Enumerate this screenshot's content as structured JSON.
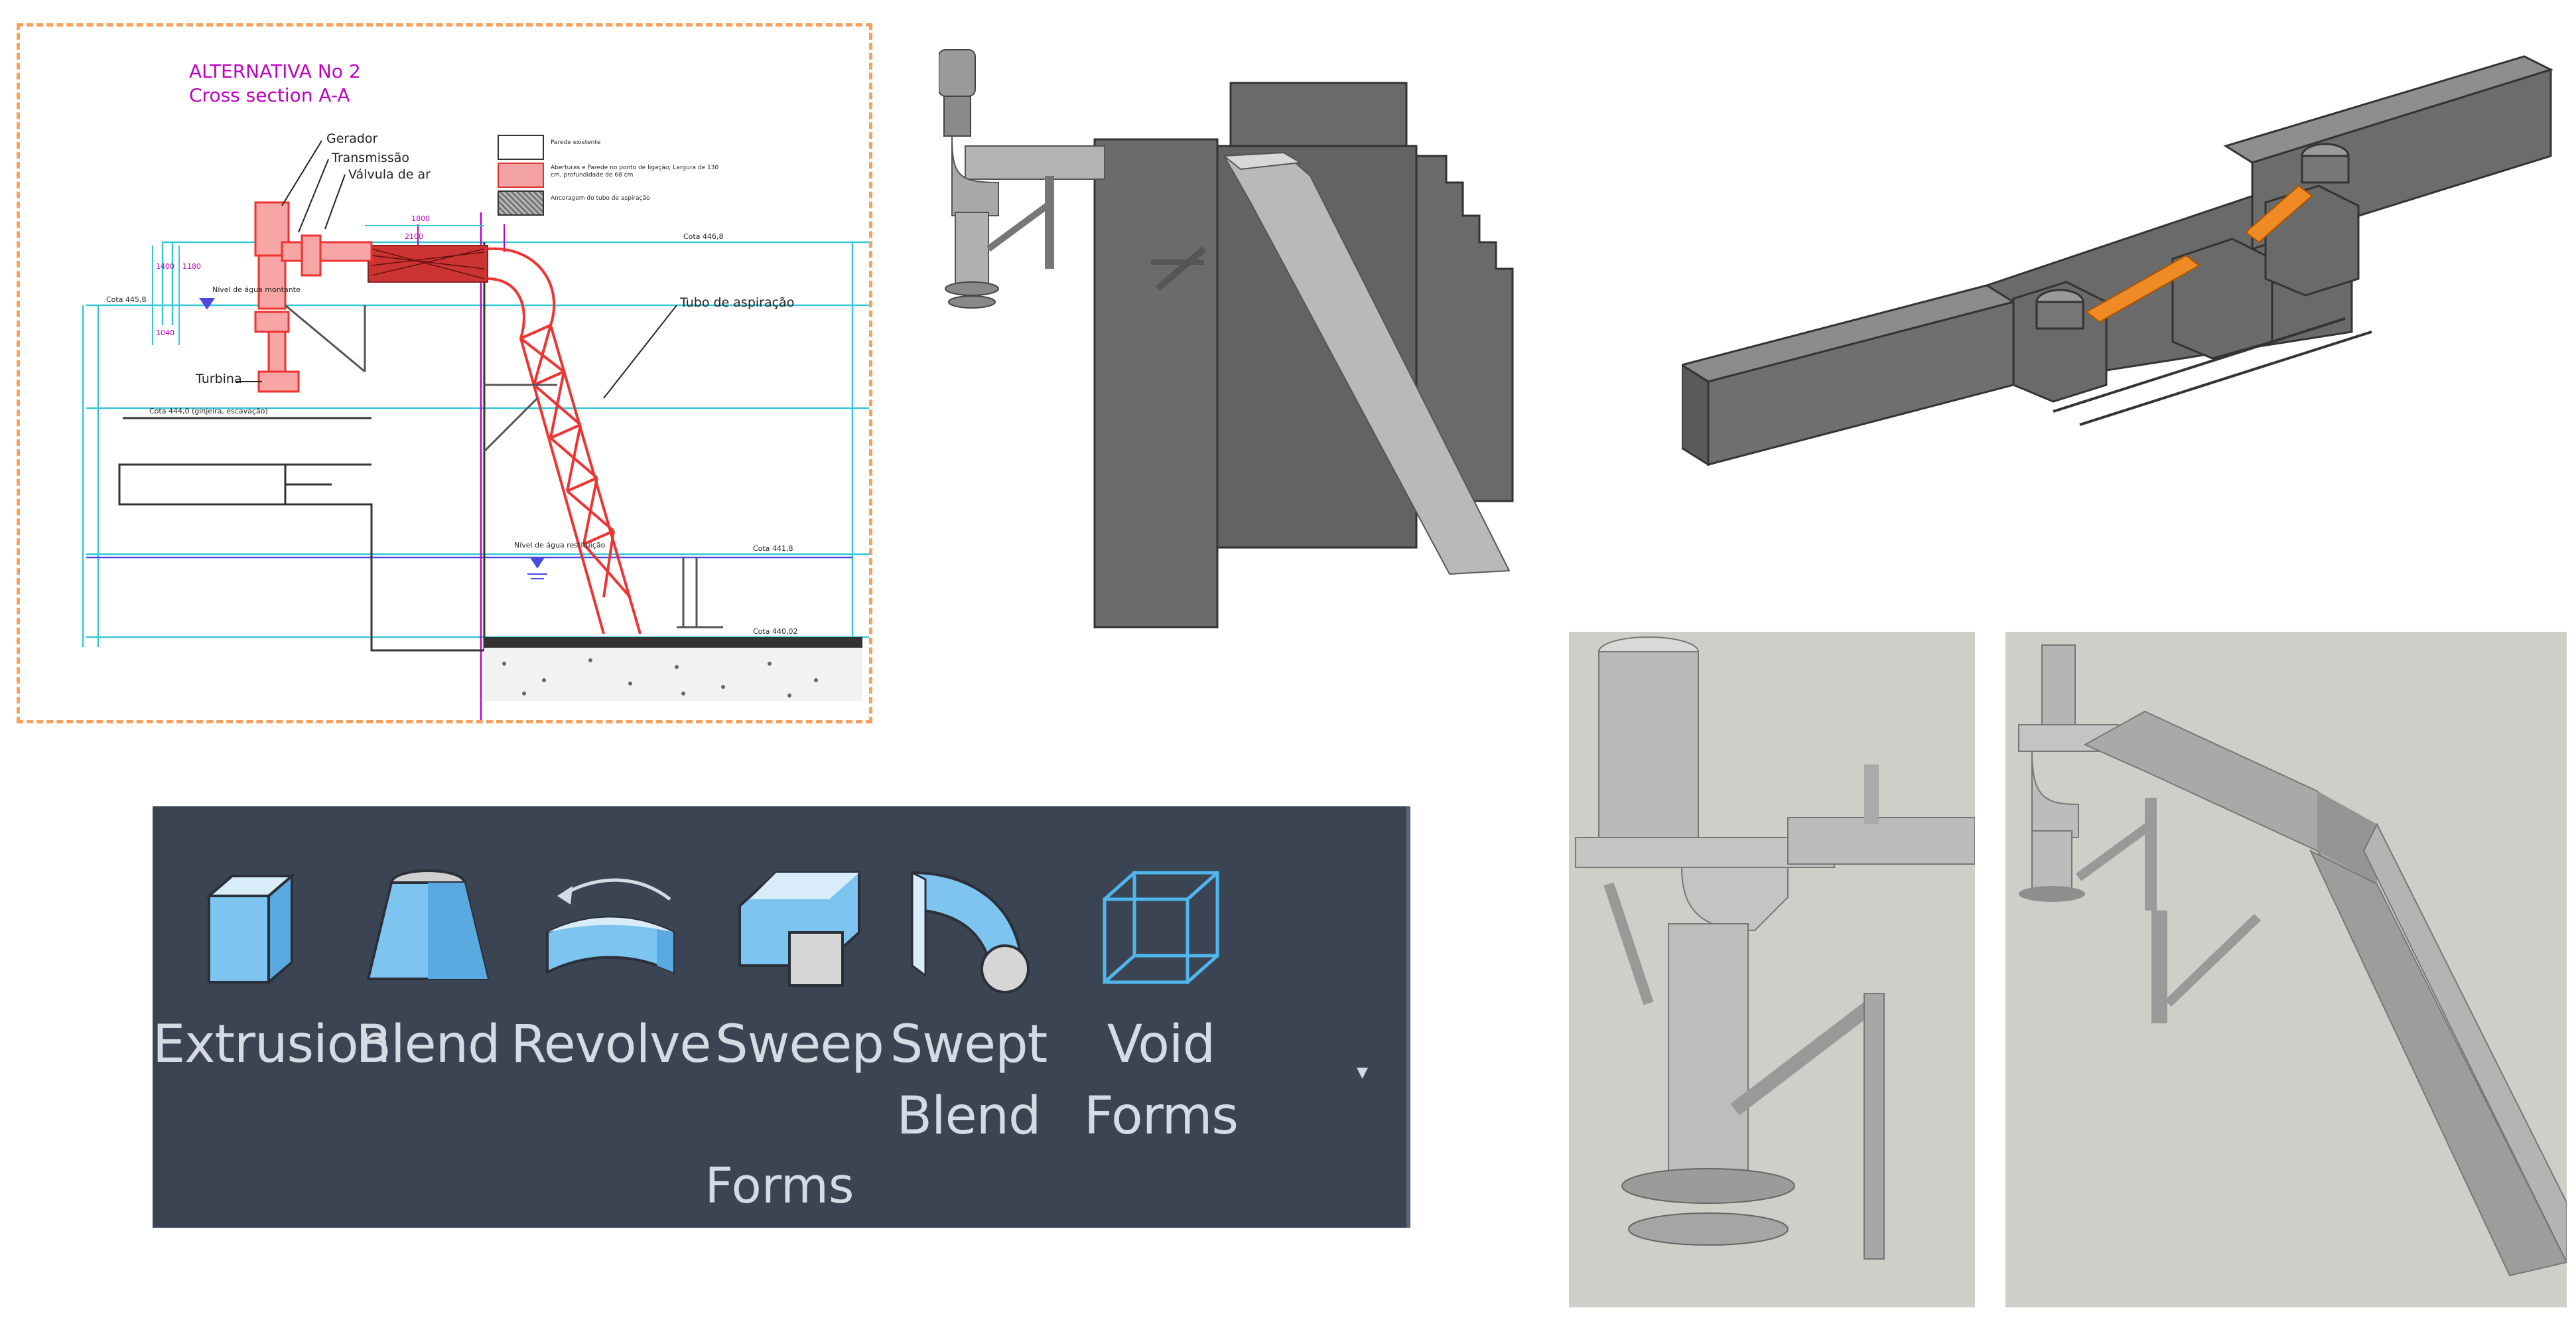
{
  "cad_drawing": {
    "title_line1": "ALTERNATIVA No 2",
    "title_line2": "Cross section A-A",
    "callouts": {
      "gerador": "Gerador",
      "transmissao": "Transmissão",
      "valvula": "Válvula de ar",
      "tubo": "Tubo de aspiração",
      "turbina": "Turbina"
    },
    "levels": {
      "cota_446_8": "Cota 446,8",
      "cota_445_8": "Cota 445,8",
      "cota_444_0": "Cota 444,0 (ginjeira, escavação)",
      "cota_441_8": "Cota 441,8",
      "cota_440_02": "Cota 440,02",
      "nivel_agua": "Nível de água montante",
      "nivel_agua_jusante": "Nível de água restituição"
    },
    "legend": [
      {
        "text": "Parede existente",
        "color": "#ffffff"
      },
      {
        "text": "Aberturas e Parede no ponto de ligação; Largura de 130 cm, profundidade de 68 cm",
        "color": "#f4a3a3"
      },
      {
        "text": "Ancoragem do tubo de aspiração",
        "color": "#9a9a9a"
      }
    ],
    "dimensions": {
      "d1": "1800",
      "d2": "2100",
      "d3": "1400",
      "d4": "1040",
      "d5": "1180"
    }
  },
  "ribbon": {
    "tools": [
      {
        "label": "Extrusion",
        "icon": "extrusion-icon"
      },
      {
        "label": "Blend",
        "icon": "blend-icon"
      },
      {
        "label": "Revolve",
        "icon": "revolve-icon"
      },
      {
        "label": "Sweep",
        "icon": "sweep-icon"
      },
      {
        "label": "Swept\nBlend",
        "icon": "swept-blend-icon"
      },
      {
        "label": "Void\nForms",
        "icon": "void-forms-icon"
      }
    ],
    "dropdown_caret": "▾",
    "group_label": "Forms",
    "colors": {
      "background": "#3b4452",
      "text": "#d6dbe3",
      "icon_fill": "#7ec4f0",
      "icon_dark": "#5aa9e0"
    }
  }
}
